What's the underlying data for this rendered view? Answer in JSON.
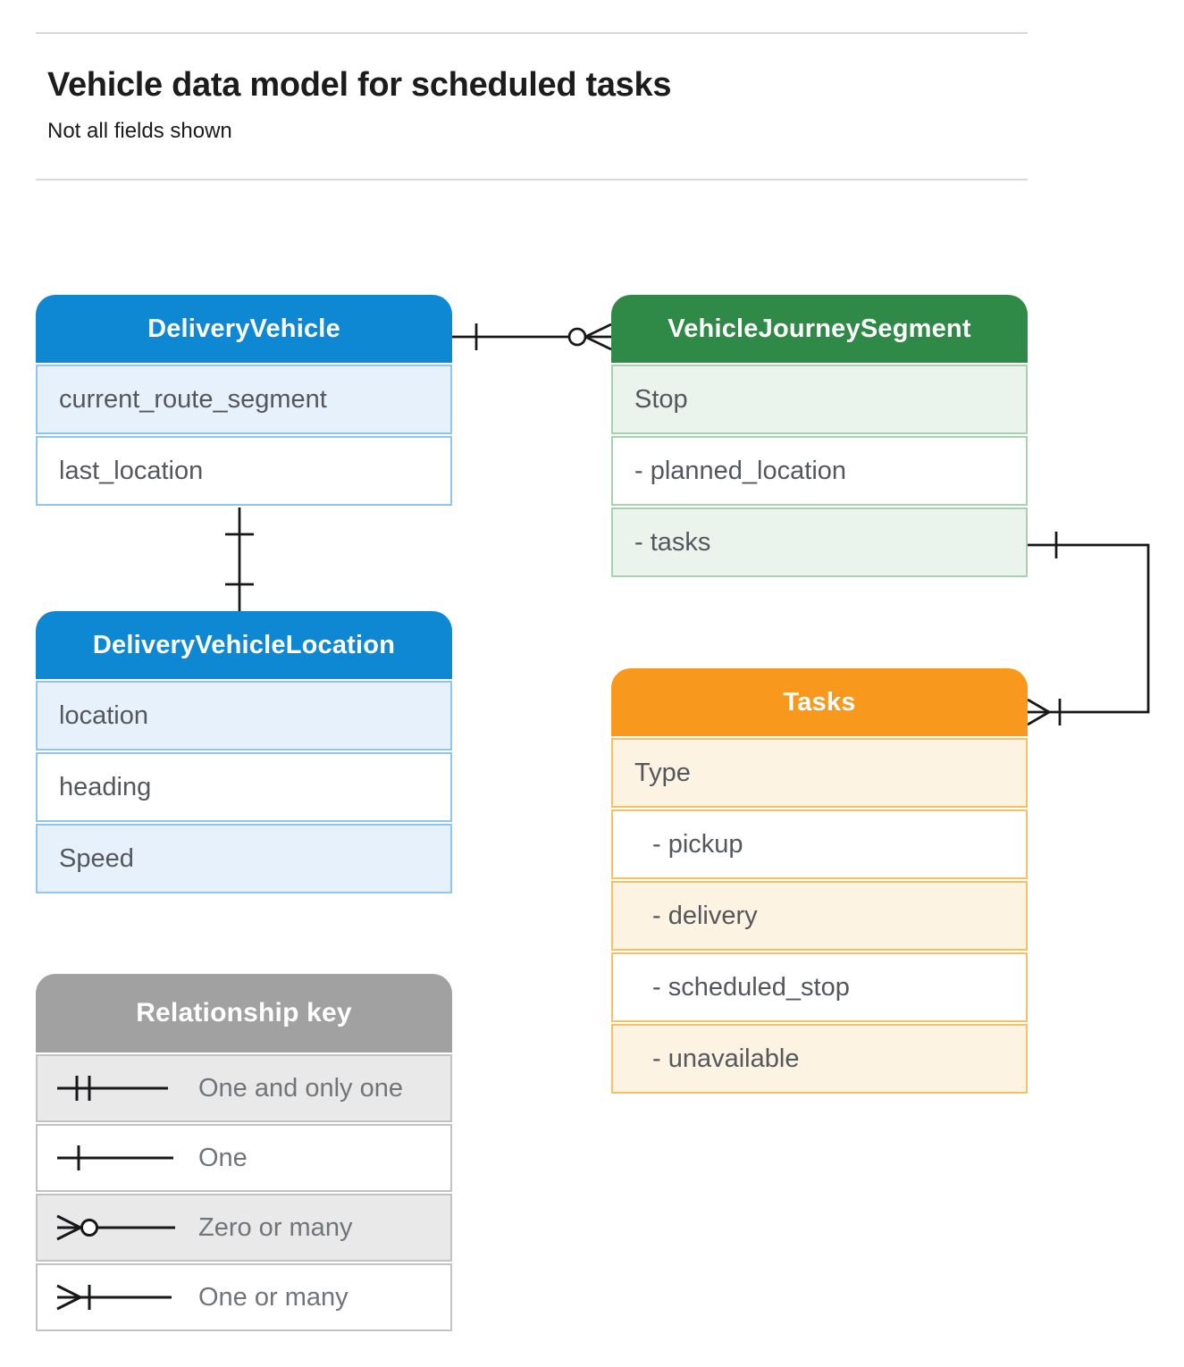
{
  "page": {
    "title": "Vehicle data model for scheduled tasks",
    "subtitle": "Not all fields shown"
  },
  "entities": {
    "delivery_vehicle": {
      "title": "DeliveryVehicle",
      "rows": [
        "current_route_segment",
        "last_location"
      ]
    },
    "vehicle_journey_segment": {
      "title": "VehicleJourneySegment",
      "rows": [
        "Stop",
        "- planned_location",
        "- tasks"
      ]
    },
    "delivery_vehicle_location": {
      "title": "DeliveryVehicleLocation",
      "rows": [
        "location",
        "heading",
        "Speed"
      ]
    },
    "tasks": {
      "title": "Tasks",
      "rows": [
        "Type",
        "- pickup",
        "- delivery",
        "- scheduled_stop",
        "- unavailable"
      ]
    }
  },
  "legend": {
    "title": "Relationship key",
    "items": [
      {
        "symbol": "one-and-only-one",
        "label": "One and only one"
      },
      {
        "symbol": "one",
        "label": "One"
      },
      {
        "symbol": "zero-or-many",
        "label": "Zero or many"
      },
      {
        "symbol": "one-or-many",
        "label": "One or many"
      }
    ]
  },
  "relationships": [
    {
      "from": "DeliveryVehicle",
      "from_cardinality": "one",
      "to": "VehicleJourneySegment",
      "to_cardinality": "zero-or-many"
    },
    {
      "from": "DeliveryVehicle",
      "from_cardinality": "one",
      "to": "DeliveryVehicleLocation",
      "to_cardinality": "one"
    },
    {
      "from": "VehicleJourneySegment (tasks)",
      "from_cardinality": "one",
      "to": "Tasks",
      "to_cardinality": "one-or-many"
    }
  ],
  "colors": {
    "blue": "#0e88d3",
    "blue_light": "#e6f1fc",
    "blue_border": "#8ec6ee",
    "green": "#2f8a47",
    "green_light": "#eaf4ec",
    "green_border": "#a7d2b0",
    "orange": "#f8981d",
    "orange_light": "#fdf3e2",
    "orange_border": "#f5c162",
    "gray": "#a1a1a1",
    "gray_light": "#e9e9e9",
    "gray_border": "#c2c2c2",
    "line": "#17181a",
    "row_text": "#54575c",
    "key_text": "#717579",
    "heading_text": "#1c1c1c",
    "divider": "#d9d9d9"
  }
}
